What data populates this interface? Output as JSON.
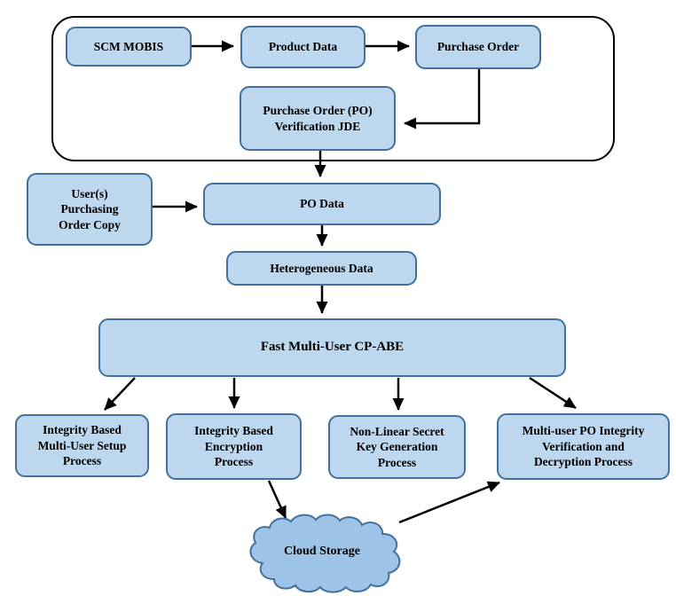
{
  "diagram": {
    "type": "flowchart",
    "nodes": {
      "scm_mobis": {
        "label": "SCM MOBIS"
      },
      "product_data": {
        "label": "Product Data"
      },
      "purchase_order": {
        "label": "Purchase Order"
      },
      "po_verification_jde": {
        "label": "Purchase Order (PO)\nVerification JDE"
      },
      "users_purchasing_order_copy": {
        "label": "User(s)\nPurchasing\nOrder Copy"
      },
      "po_data": {
        "label": "PO Data"
      },
      "heterogeneous_data": {
        "label": "Heterogeneous Data"
      },
      "fast_multi_user_cp_abe": {
        "label": "Fast Multi-User CP-ABE"
      },
      "integrity_multi_user_setup": {
        "label": "Integrity Based\nMulti-User Setup\nProcess"
      },
      "integrity_encryption": {
        "label": "Integrity Based\nEncryption\nProcess"
      },
      "non_linear_key_generation": {
        "label": "Non-Linear Secret\nKey Generation\nProcess"
      },
      "verification_decryption": {
        "label": "Multi-user PO Integrity\nVerification and\nDecryption Process"
      },
      "cloud_storage": {
        "label": "Cloud Storage"
      }
    },
    "edges": [
      {
        "from": "scm_mobis",
        "to": "product_data"
      },
      {
        "from": "product_data",
        "to": "purchase_order"
      },
      {
        "from": "purchase_order",
        "to": "po_verification_jde"
      },
      {
        "from": "po_verification_jde",
        "to": "po_data"
      },
      {
        "from": "users_purchasing_order_copy",
        "to": "po_data"
      },
      {
        "from": "po_data",
        "to": "heterogeneous_data"
      },
      {
        "from": "heterogeneous_data",
        "to": "fast_multi_user_cp_abe"
      },
      {
        "from": "fast_multi_user_cp_abe",
        "to": "integrity_multi_user_setup"
      },
      {
        "from": "fast_multi_user_cp_abe",
        "to": "integrity_encryption"
      },
      {
        "from": "fast_multi_user_cp_abe",
        "to": "non_linear_key_generation"
      },
      {
        "from": "fast_multi_user_cp_abe",
        "to": "verification_decryption"
      },
      {
        "from": "integrity_encryption",
        "to": "cloud_storage"
      },
      {
        "from": "cloud_storage",
        "to": "verification_decryption"
      }
    ],
    "colors": {
      "node_fill": "#BDD7EE",
      "node_border": "#41719C",
      "cloud_fill": "#9DC3E6",
      "cloud_border": "#41719C",
      "arrow": "#000000",
      "container_border": "#000000",
      "background": "#FFFFFF"
    }
  }
}
